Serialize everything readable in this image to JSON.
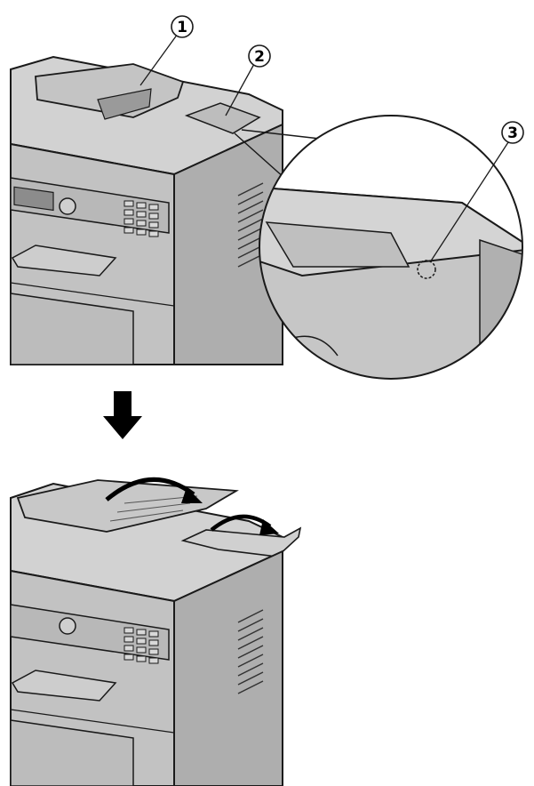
{
  "callouts": [
    {
      "label": "1"
    },
    {
      "label": "2"
    },
    {
      "label": "3"
    }
  ],
  "colors": {
    "body_fill": "#c6c6c6",
    "top_fill": "#d4d4d4",
    "side_fill": "#b3b3b3",
    "dark_fill": "#a0a0a0",
    "line": "#1a1a1a",
    "arrow": "#000000"
  },
  "icons": {
    "step_arrow": "down-arrow-icon",
    "open_arrow": "curved-arrow-icon"
  }
}
